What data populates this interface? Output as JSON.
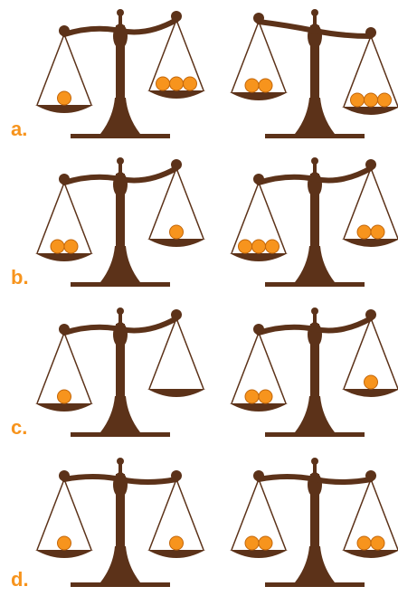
{
  "colors": {
    "scale": "#5c3219",
    "ball": "#f7941d",
    "ball_stroke": "#c2660a",
    "label": "#f7941d"
  },
  "rows": [
    {
      "label": "a.",
      "scales": [
        {
          "tilt": "left-down",
          "left_balls": 1,
          "right_balls": 3
        },
        {
          "tilt": "right-down",
          "left_balls": 2,
          "right_balls": 3
        }
      ]
    },
    {
      "label": "b.",
      "scales": [
        {
          "tilt": "left-down",
          "left_balls": 2,
          "right_balls": 1
        },
        {
          "tilt": "left-down",
          "left_balls": 3,
          "right_balls": 2
        }
      ]
    },
    {
      "label": "c.",
      "scales": [
        {
          "tilt": "left-down",
          "left_balls": 1,
          "right_balls": 0
        },
        {
          "tilt": "left-down",
          "left_balls": 2,
          "right_balls": 1
        }
      ]
    },
    {
      "label": "d.",
      "scales": [
        {
          "tilt": "level",
          "left_balls": 1,
          "right_balls": 1
        },
        {
          "tilt": "level",
          "left_balls": 2,
          "right_balls": 2
        }
      ]
    }
  ]
}
